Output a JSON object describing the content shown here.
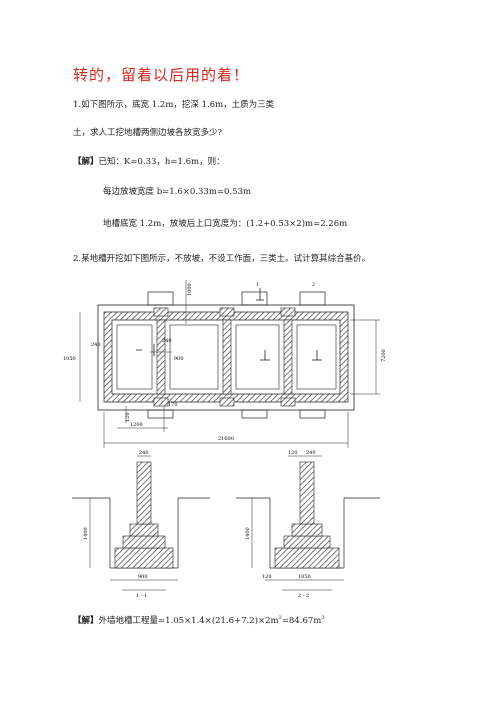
{
  "title": "转的，留着以后用的着！",
  "q1": {
    "line1": "1.如下图所示，底宽 1.2m，挖深 1.6m，土质为三类",
    "line2": "土，求人工挖地槽两侧边坡各放宽多少?",
    "sol_label": "【解】",
    "sol_text": "已知：K=0.33，h=1.6m，则：",
    "calc1": "每边放坡宽度 b=1.6×0.33m=0.53m",
    "calc2": "地槽底宽 1.2m，放坡后上口宽度为：(1.2+0.53×2)m=2.26m"
  },
  "q2": {
    "line1": "2.某地槽开挖如下图所示，不放坡，不设工作面，三类土。试计算其综合基价。",
    "sol_label": "【解】",
    "sol_text": "外墙地槽工程量=1.05×1.4×(21.6+7.2)×2m",
    "sup1": "3",
    "sol_end": "=84.67m",
    "sup2": "3"
  },
  "figure": {
    "dims": {
      "top_width": "1000",
      "side_width": "1050",
      "wall_240a": "240",
      "wall_240b": "240",
      "inner_900": "900",
      "height_7200": "7200",
      "dim_170": "170",
      "dim_120": "120",
      "dim_1200": "1200",
      "total_21600": "21600"
    },
    "section_labels": {
      "s1_top": "1",
      "s2_top": "2"
    },
    "sec1": {
      "top": "240",
      "height": "1400",
      "base": "900",
      "label": "1 - 1"
    },
    "sec2": {
      "top_a": "120",
      "top_b": "240",
      "height": "1400",
      "base_side": "120",
      "base": "1050",
      "label": "2 - 2"
    }
  }
}
